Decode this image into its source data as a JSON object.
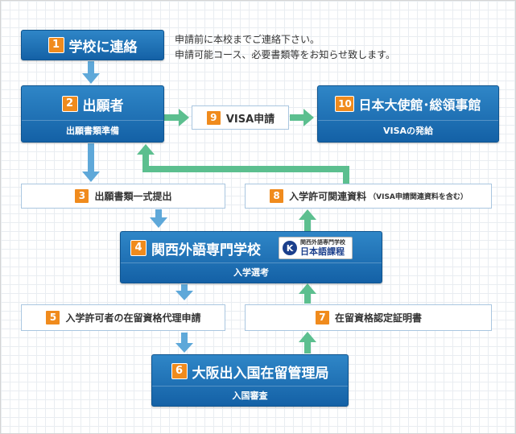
{
  "note": {
    "line1": "申請前に本校までご連絡下さい。",
    "line2": "申請可能コース、必要書類等をお知らせ致します。"
  },
  "steps": {
    "s1": {
      "num": "1",
      "label": "学校に連絡"
    },
    "s2": {
      "num": "2",
      "label": "出願者",
      "sub": "出願書類準備"
    },
    "s3": {
      "num": "3",
      "label": "出願書類一式提出"
    },
    "s4": {
      "num": "4",
      "label": "関西外語専門学校",
      "sub": "入学選考"
    },
    "s5": {
      "num": "5",
      "label": "入学許可者の在留資格代理申請"
    },
    "s6": {
      "num": "6",
      "label": "大阪出入国在留管理局",
      "sub": "入国審査"
    },
    "s7": {
      "num": "7",
      "label": "在留資格認定証明書"
    },
    "s8": {
      "num": "8",
      "label": "入学許可関連資料",
      "label_small": "（VISA申請関連資料を含む）"
    },
    "s9": {
      "num": "9",
      "label": "VISA申請"
    },
    "s10": {
      "num": "10",
      "label": "日本大使館･総領事館",
      "sub": "VISAの発給"
    }
  },
  "logo": {
    "mark": "K",
    "top_text": "関西外語専門学校",
    "main_text": "日本語課程"
  },
  "colors": {
    "blue_arrow": "#5ea8d9",
    "green_arrow": "#5cbf8f",
    "box_blue": "#1d6fb3",
    "number_badge": "#f08b1d"
  }
}
